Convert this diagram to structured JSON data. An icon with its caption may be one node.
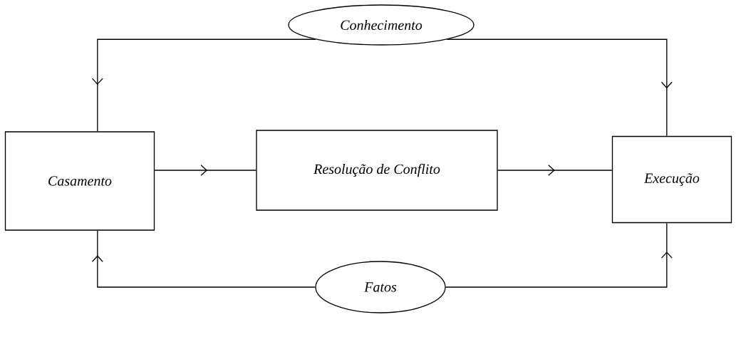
{
  "diagram": {
    "nodes": [
      {
        "text": [
          "Conhecimento"
        ]
      },
      {
        "text": [
          "Casamento"
        ]
      },
      {
        "text": [
          "Resolução de Conflito"
        ]
      },
      {
        "text": [
          "Execução"
        ]
      },
      {
        "text": [
          "Fatos"
        ]
      }
    ],
    "edges": [
      {
        "from": 0,
        "to": 1,
        "arrow": "to"
      },
      {
        "from": 0,
        "to": 3,
        "arrow": "to"
      },
      {
        "from": 1,
        "to": 2,
        "arrow": "to"
      },
      {
        "from": 2,
        "to": 3,
        "arrow": "to"
      },
      {
        "from": 4,
        "to": 1,
        "arrow": "to"
      },
      {
        "from": 4,
        "to": 3,
        "arrow": "to"
      }
    ]
  }
}
